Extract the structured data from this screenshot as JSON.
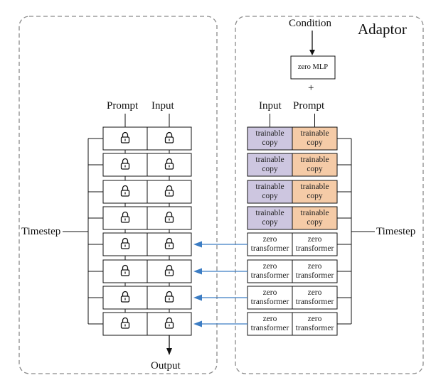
{
  "left_panel": {
    "prompt_label": "Prompt",
    "input_label": "Input",
    "timestep_label": "Timestep",
    "output_label": "Output",
    "locked_rows": 8
  },
  "right_panel": {
    "title": "Adaptor",
    "condition_label": "Condition",
    "mlp_label": "zero MLP",
    "plus_sign": "+",
    "input_label": "Input",
    "prompt_label": "Prompt",
    "timestep_label": "Timestep",
    "trainable_rows": [
      {
        "input": "trainable copy",
        "prompt": "trainable copy"
      },
      {
        "input": "trainable copy",
        "prompt": "trainable copy"
      },
      {
        "input": "trainable copy",
        "prompt": "trainable copy"
      },
      {
        "input": "trainable copy",
        "prompt": "trainable copy"
      }
    ],
    "zero_rows": [
      {
        "input": "zero transformer",
        "prompt": "zero transformer"
      },
      {
        "input": "zero transformer",
        "prompt": "zero transformer"
      },
      {
        "input": "zero transformer",
        "prompt": "zero transformer"
      },
      {
        "input": "zero transformer",
        "prompt": "zero transformer"
      }
    ]
  },
  "colors": {
    "trainable_input": "#cdc6e0",
    "trainable_prompt": "#f5cba7",
    "connection_arrow": "#3c7dc4",
    "panel_border": "#8a8a8a"
  }
}
